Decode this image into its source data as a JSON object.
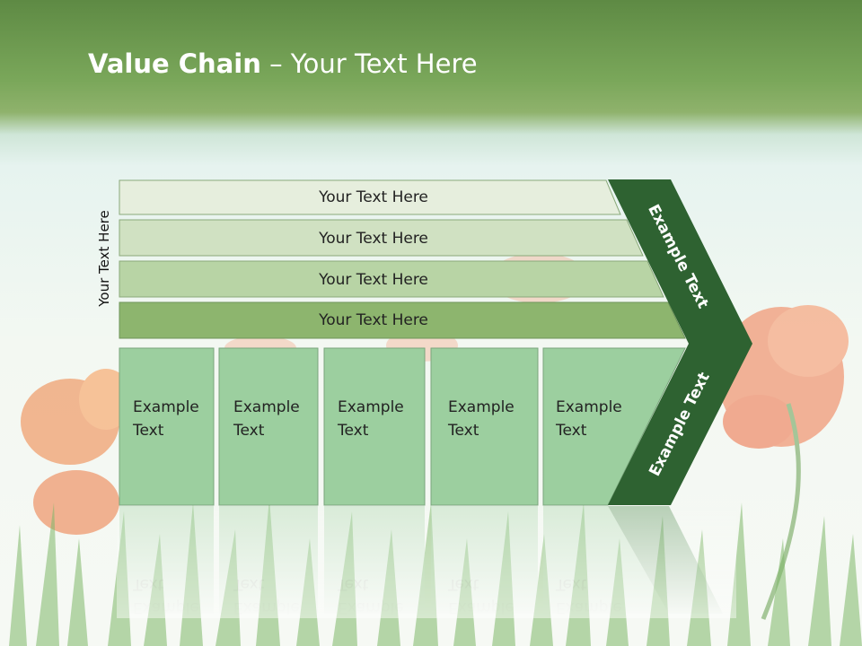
{
  "title": {
    "bold": "Value Chain",
    "rest": " – Your Text Here"
  },
  "side_label": "Your Text Here",
  "rows": [
    "Your Text Here",
    "Your Text Here",
    "Your Text Here",
    "Your Text Here"
  ],
  "blocks": [
    [
      "Example",
      "Text"
    ],
    [
      "Example",
      "Text"
    ],
    [
      "Example",
      "Text"
    ],
    [
      "Example",
      "Text"
    ],
    [
      "Example",
      "Text"
    ]
  ],
  "chevron_upper": "Example Text",
  "chevron_lower": "Example Text",
  "colors": {
    "row_fills": [
      "#e6eedd",
      "#d0e1c2",
      "#b8d4a5",
      "#8db56e"
    ],
    "block_fill": "#9ccf9f",
    "chevron_fill": "#2e6231"
  }
}
